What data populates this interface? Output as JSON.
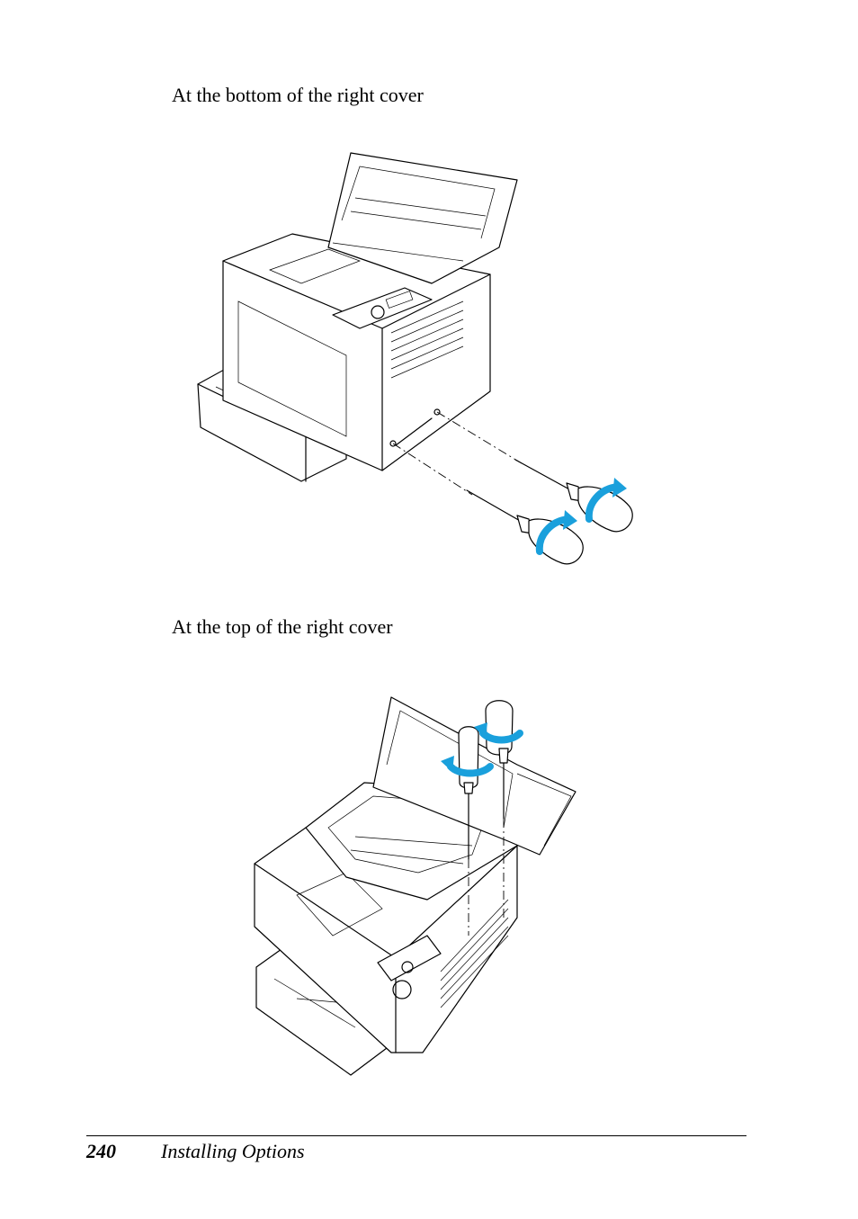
{
  "captions": {
    "bottom": "At the bottom of the right cover",
    "top": "At the top of the right cover"
  },
  "footer": {
    "page_number": "240",
    "section": "Installing Options"
  },
  "figures": {
    "bottom": {
      "icon": "printer-bottom-screws-illustration"
    },
    "top": {
      "icon": "printer-top-screws-illustration"
    }
  },
  "colors": {
    "arrow": "#1aa0dc",
    "text": "#000000"
  }
}
